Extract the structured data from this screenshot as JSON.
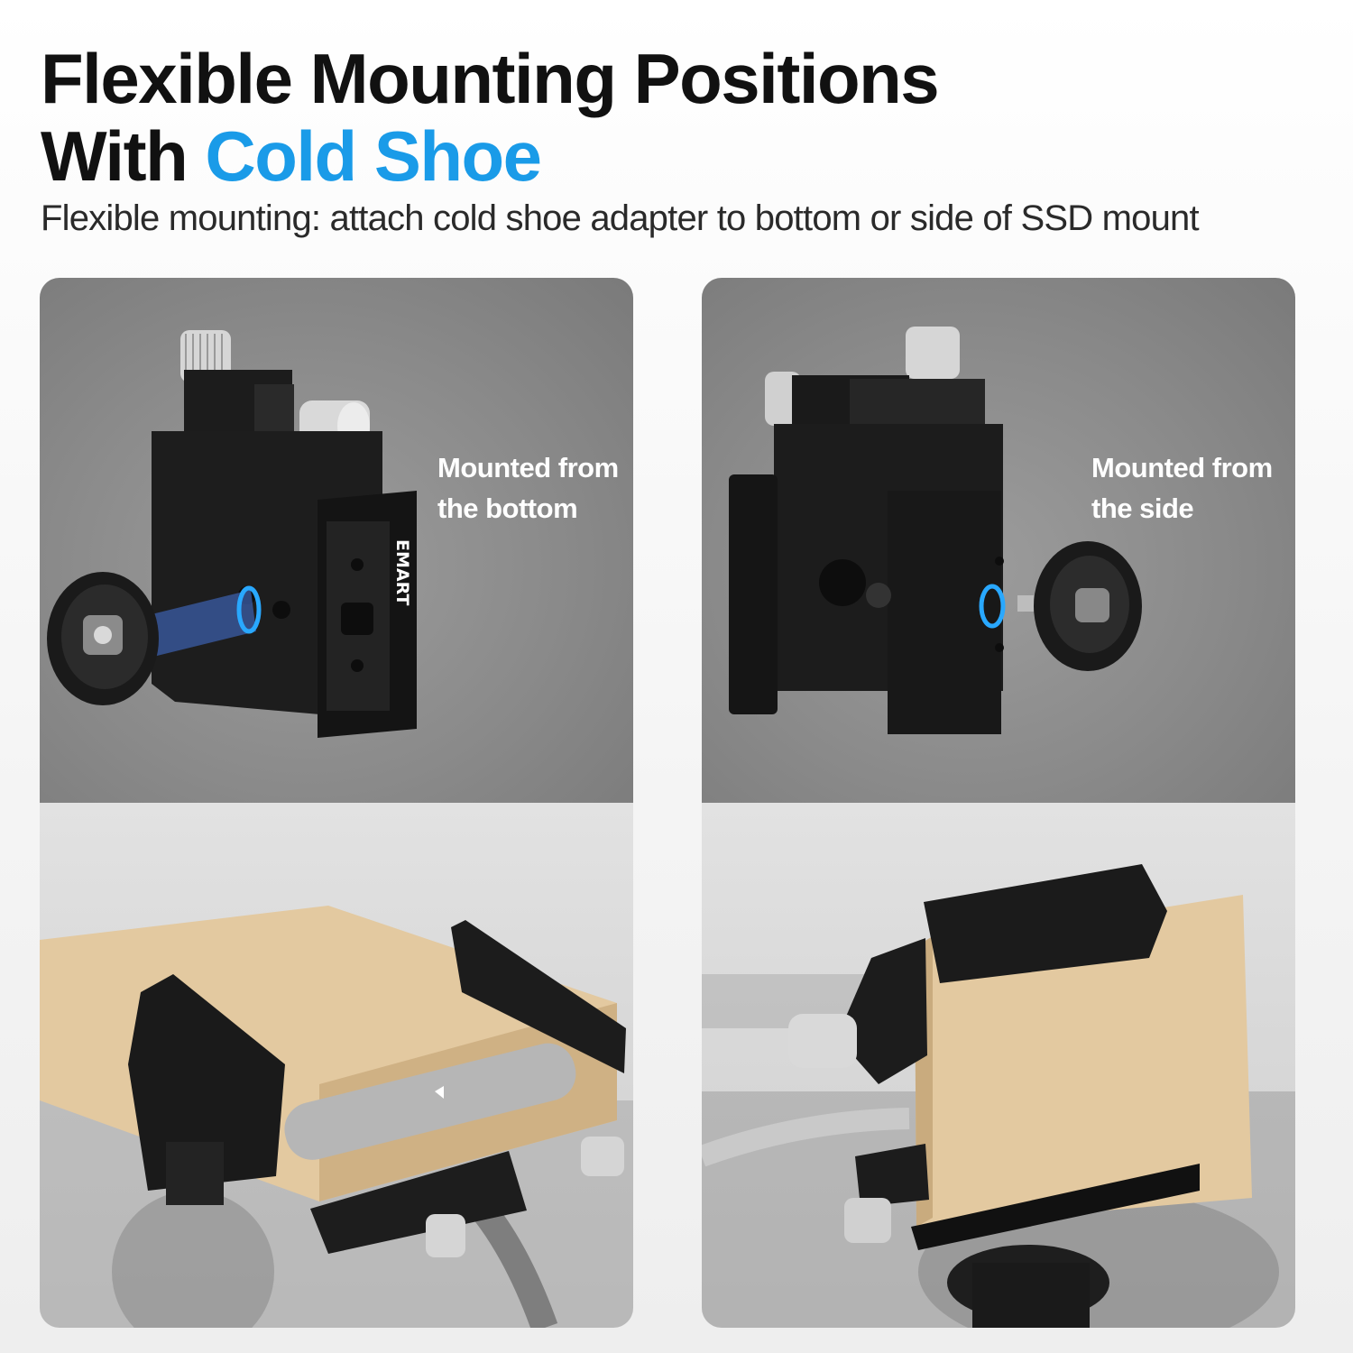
{
  "headline": {
    "line1": "Flexible Mounting Positions",
    "line2_prefix": "With ",
    "line2_accent": "Cold Shoe"
  },
  "subtitle": "Flexible mounting: attach cold shoe adapter to bottom or side of SSD mount",
  "panels": [
    {
      "caption_line1": "Mounted from",
      "caption_line2": "the bottom",
      "brand_logo": "EMART"
    },
    {
      "caption_line1": "Mounted from",
      "caption_line2": "the side"
    }
  ],
  "colors": {
    "accent": "#1a9be8",
    "headline": "#111111",
    "ssd_gold": "#e3c9a0"
  }
}
